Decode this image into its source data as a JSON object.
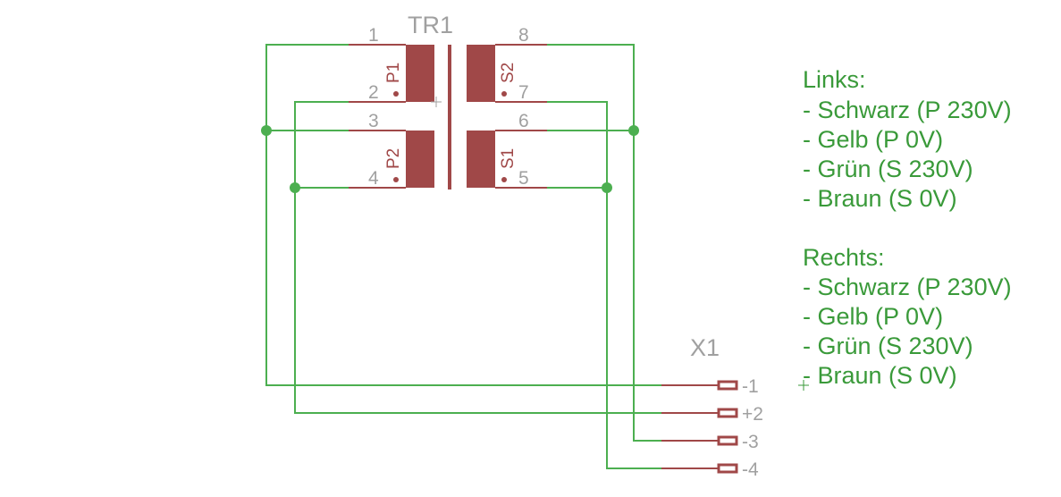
{
  "transformer": {
    "ref": "TR1",
    "windings": [
      "P1",
      "P2",
      "S2",
      "S1"
    ],
    "pins": [
      "1",
      "2",
      "3",
      "4",
      "8",
      "7",
      "6",
      "5"
    ]
  },
  "connector": {
    "ref": "X1",
    "pins": [
      "-1",
      "+2",
      "-3",
      "-4"
    ]
  },
  "notes": {
    "links_title": "Links:",
    "links": [
      "- Schwarz (P 230V)",
      "- Gelb (P 0V)",
      "- Grün (S 230V)",
      "- Braun (S 0V)"
    ],
    "rechts_title": "Rechts:",
    "rechts": [
      "- Schwarz (P 230V)",
      "- Gelb (P 0V)",
      "- Grün (S 230V)",
      "- Braun (S 0V)"
    ]
  },
  "colors": {
    "wire": "#4caf50",
    "part": "#a04848",
    "label": "#a0a0a0",
    "note": "#3a9a3a"
  }
}
